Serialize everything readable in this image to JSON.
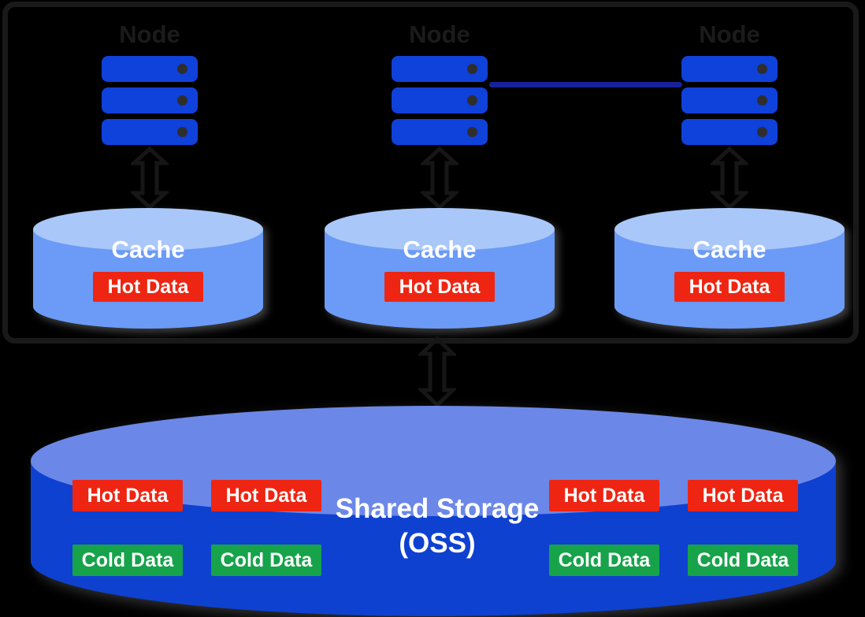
{
  "colors": {
    "background": "#000000",
    "box_border": "#191919",
    "node_label_color": "#1b1b1b",
    "server_blue": "#0f41db",
    "server_dot": "#2e2e2e",
    "connector_blue": "#19219a",
    "arrow_color": "#161616",
    "cache_body": "#6b9bf7",
    "cache_top": "#a9c7f9",
    "storage_body": "#0e41d0",
    "storage_top": "#6b87e8",
    "hot_red": "#ee2512",
    "cold_green": "#16a34a",
    "label_white": "#ffffff"
  },
  "icons": {
    "server_stack": "server-stack-icon",
    "server_led": "server-led-dot",
    "bidirectional_arrow": "double-headed-arrow-icon",
    "cache_cylinder": "database-cylinder",
    "storage_cylinder": "database-cylinder"
  },
  "nodes": [
    {
      "label": "Node"
    },
    {
      "label": "Node"
    },
    {
      "label": "Node"
    }
  ],
  "caches": [
    {
      "label": "Cache",
      "badge": "Hot Data"
    },
    {
      "label": "Cache",
      "badge": "Hot Data"
    },
    {
      "label": "Cache",
      "badge": "Hot Data"
    }
  ],
  "storage": {
    "title_line1": "Shared Storage",
    "title_line2": "(OSS)",
    "hot_badges": [
      "Hot Data",
      "Hot Data",
      "Hot Data",
      "Hot Data"
    ],
    "cold_badges": [
      "Cold Data",
      "Cold Data",
      "Cold Data",
      "Cold Data"
    ]
  }
}
